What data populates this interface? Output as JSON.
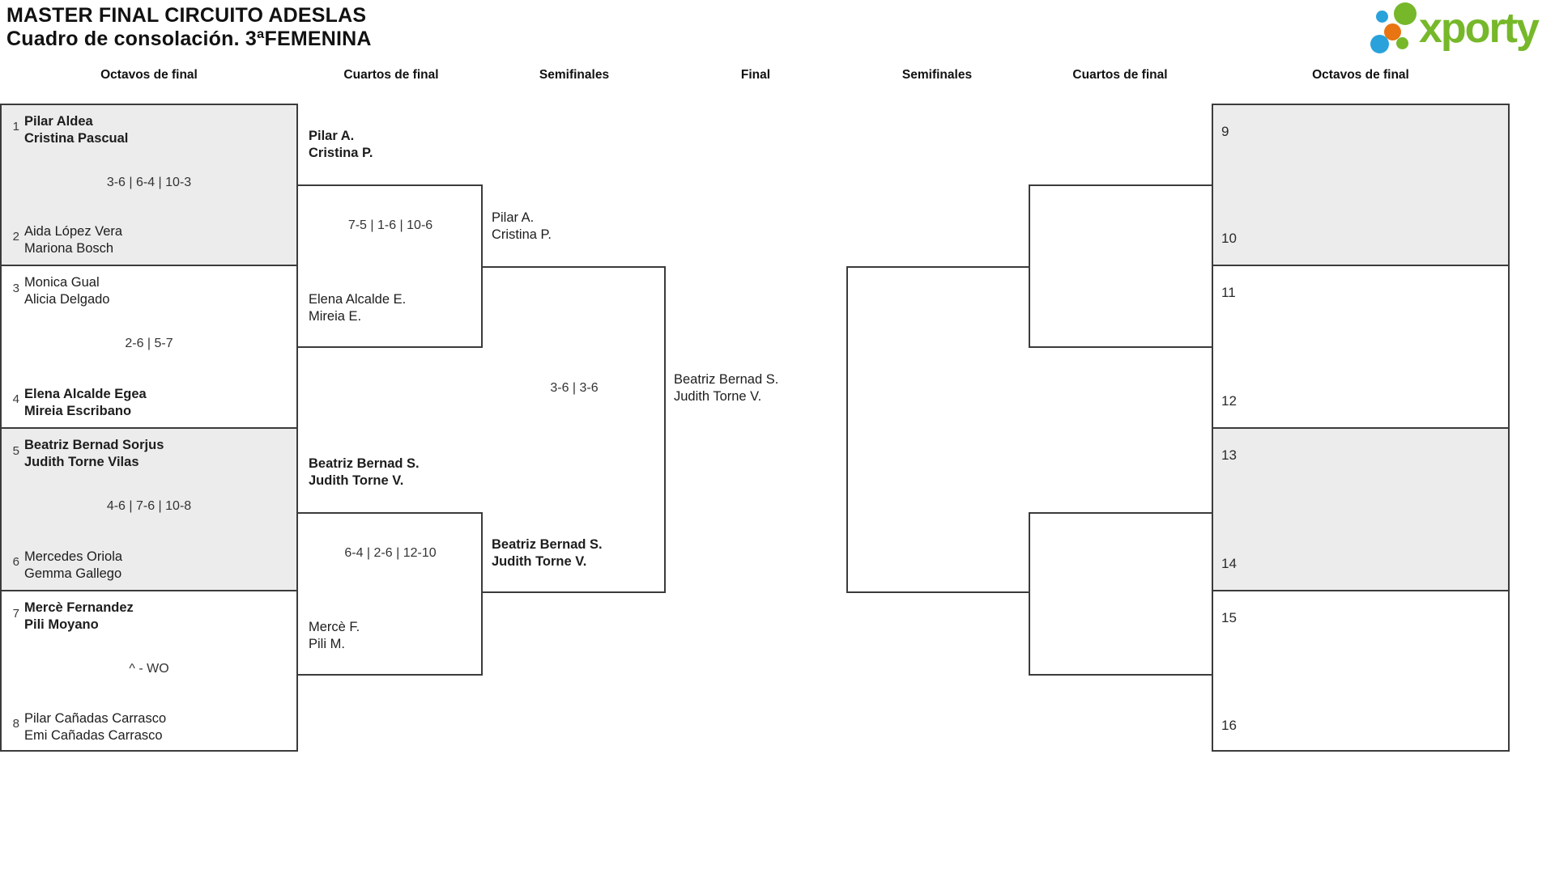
{
  "title": {
    "line1": "MASTER FINAL CIRCUITO ADESLAS",
    "line2": "Cuadro de consolación. 3ªFEMENINA"
  },
  "logo": {
    "text": "xporty",
    "green": "#76b82a",
    "blue": "#29a2dc",
    "orange": "#e87511"
  },
  "round_headers": [
    "Octavos de final",
    "Cuartos de final",
    "Semifinales",
    "Final",
    "Semifinales",
    "Cuartos de final",
    "Octavos de final"
  ],
  "octavos_left": [
    {
      "seed1": "1",
      "team1": [
        "Pilar Aldea",
        "Cristina Pascual"
      ],
      "score": "3-6 | 6-4 | 10-3",
      "seed2": "2",
      "team2": [
        "Aida López Vera",
        "Mariona Bosch"
      ]
    },
    {
      "seed1": "3",
      "team1": [
        "Monica Gual",
        "Alicia Delgado"
      ],
      "score": "2-6 | 5-7",
      "seed2": "4",
      "team2": [
        "Elena Alcalde Egea",
        "Mireia Escribano"
      ]
    },
    {
      "seed1": "5",
      "team1": [
        "Beatriz Bernad Sorjus",
        "Judith Torne Vilas"
      ],
      "score": "4-6 | 7-6 | 10-8",
      "seed2": "6",
      "team2": [
        "Mercedes Oriola",
        "Gemma Gallego"
      ]
    },
    {
      "seed1": "7",
      "team1": [
        "Mercè Fernandez",
        "Pili Moyano"
      ],
      "score": "^ - WO",
      "seed2": "8",
      "team2": [
        "Pilar Cañadas Carrasco",
        "Emi Cañadas Carrasco"
      ]
    }
  ],
  "cuartos_left": [
    {
      "top": [
        "Pilar A.",
        "Cristina P."
      ],
      "score": "7-5 | 1-6 | 10-6",
      "bottom": [
        "Elena Alcalde E.",
        "Mireia E."
      ]
    },
    {
      "top": [
        "Beatriz Bernad S.",
        "Judith Torne V."
      ],
      "score": "6-4 | 2-6 | 12-10",
      "bottom": [
        "Mercè F.",
        "Pili M."
      ]
    }
  ],
  "semi_left": {
    "top": [
      "Pilar A.",
      "Cristina P."
    ],
    "score": "3-6 | 3-6",
    "bottom": [
      "Beatriz Bernad S.",
      "Judith Torne V."
    ]
  },
  "final": {
    "winner": [
      "Beatriz Bernad S.",
      "Judith Torne V."
    ]
  },
  "octavos_right_numbers": [
    "9",
    "10",
    "11",
    "12",
    "13",
    "14",
    "15",
    "16"
  ]
}
